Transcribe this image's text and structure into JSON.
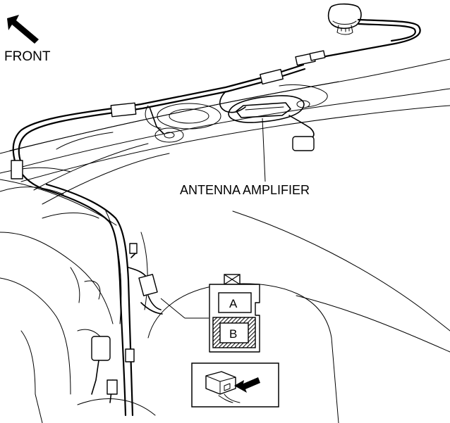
{
  "orientation": {
    "label": "FRONT",
    "icon": "arrow-up-left-icon"
  },
  "callout": {
    "label": "ANTENNA AMPLIFIER"
  },
  "connector": {
    "terminal_a": "A",
    "terminal_b": "B",
    "icon": "connector-icon",
    "pointer_icon": "arrow-icon"
  }
}
